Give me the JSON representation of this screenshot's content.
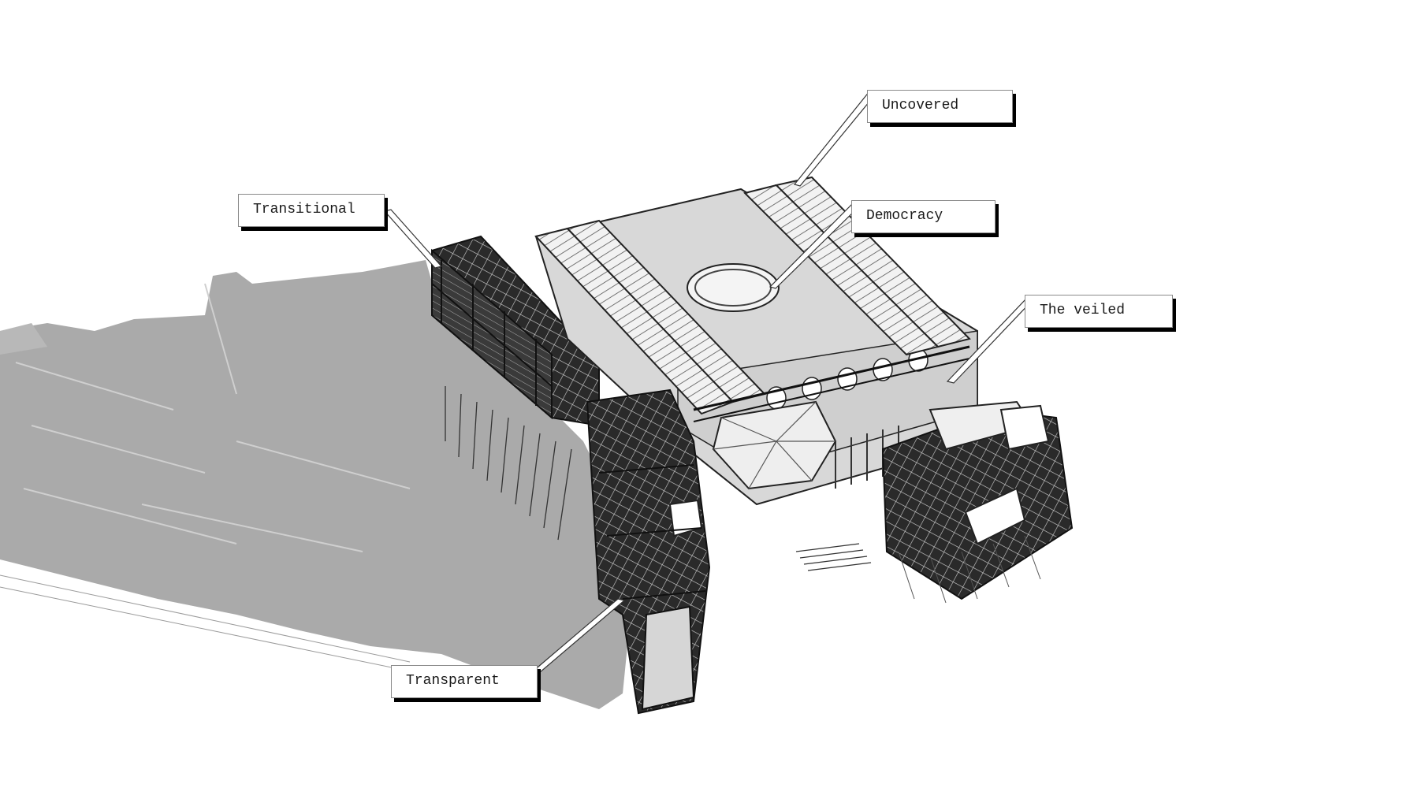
{
  "labels": {
    "uncovered": "Uncovered",
    "democracy": "Democracy",
    "transitional": "Transitional",
    "the_veiled": "The veiled",
    "transparent": "Transparent"
  },
  "colors": {
    "background": "#ffffff",
    "shadow": "#aaaaaa",
    "structure": "#1f1f1f",
    "roof_light": "#e8e8e8"
  }
}
